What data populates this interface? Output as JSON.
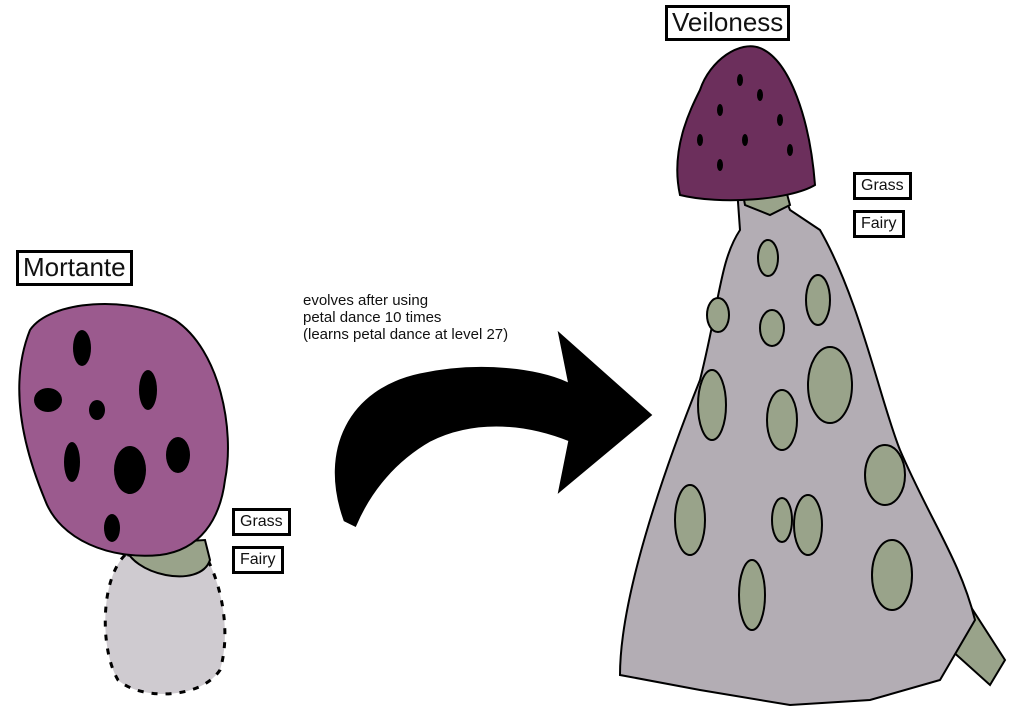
{
  "pre_evolution": {
    "name": "Mortante",
    "types": [
      "Grass",
      "Fairy"
    ]
  },
  "evolution": {
    "name": "Veiloness",
    "types": [
      "Grass",
      "Fairy"
    ]
  },
  "note": [
    "evolves after using",
    "petal dance 10 times",
    "(learns petal dance at level 27)"
  ],
  "colors": {
    "mortante_cap": "#9b5a8e",
    "veiloness_cap": "#6c2f5c",
    "skin": "#99a38a",
    "cloak": "#b3adb4",
    "mortante_body": "#cfcbd0",
    "arrow": "#000000"
  }
}
